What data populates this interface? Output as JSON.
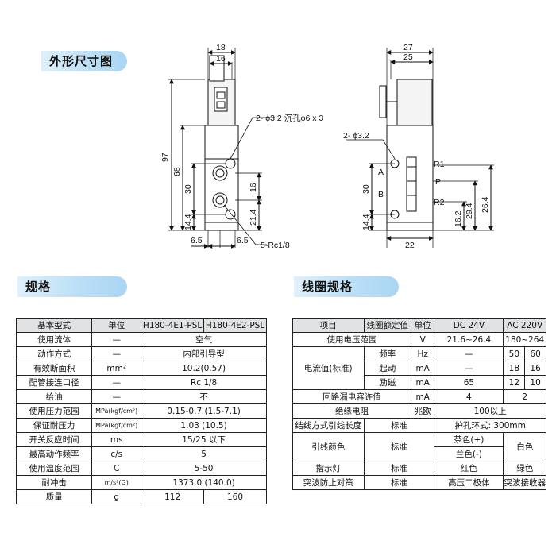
{
  "sections": {
    "outline": "外形尺寸图",
    "spec": "规格",
    "coil": "线圈规格"
  },
  "drawing": {
    "front": {
      "top_dims": [
        "18",
        "16"
      ],
      "left_dims": [
        "97",
        "68",
        "30",
        "14.4"
      ],
      "right_dims": [
        "16",
        "21.4"
      ],
      "bottom_dims": [
        "6.5",
        "6.5"
      ],
      "note_hole": "2- ϕ3.2 沉孔ϕ6 x 3",
      "note_port": "5-Rc1/8"
    },
    "side": {
      "top_dims": [
        "27",
        "25"
      ],
      "left_dims": [
        "30",
        "14.4"
      ],
      "right_dims": [
        "26.4",
        "29.4",
        "16.2"
      ],
      "bottom_dims": [
        "22"
      ],
      "note_hole": "2- ϕ3.2",
      "ports": [
        "R1",
        "A",
        "P",
        "B",
        "R2"
      ]
    }
  },
  "spec_table": {
    "headers": [
      "基本型式",
      "单位",
      "H180-4E1-PSL",
      "H180-4E2-PSL"
    ],
    "rows": [
      {
        "label": "使用流体",
        "unit": "—",
        "value": "空气"
      },
      {
        "label": "动作方式",
        "unit": "—",
        "value": "内部引导型"
      },
      {
        "label": "有效断面积",
        "unit": "mm²",
        "value": "10.2(0.57)"
      },
      {
        "label": "配管接连口径",
        "unit": "—",
        "value": "Rc 1/8"
      },
      {
        "label": "给油",
        "unit": "—",
        "value": "不"
      },
      {
        "label": "使用压力范围",
        "unit": "MPa(kgf/cm²)",
        "value": "0.15-0.7 (1.5-7.1)"
      },
      {
        "label": "保证耐压力",
        "unit": "MPa(kgf/cm²)",
        "value": "1.03 (10.5)"
      },
      {
        "label": "开关反应时间",
        "unit": "ms",
        "value": "15/25 以下"
      },
      {
        "label": "最高动作频率",
        "unit": "c/s",
        "value": "5"
      },
      {
        "label": "使用温度范围",
        "unit": "C",
        "value": "5-50"
      },
      {
        "label": "耐冲击",
        "unit": "m/s²(G)",
        "value": "1373.0 (140.0)"
      }
    ],
    "mass": {
      "label": "质量",
      "unit": "g",
      "v1": "112",
      "v2": "160"
    }
  },
  "coil_table": {
    "headers": [
      "项目",
      "线圈额定值",
      "单位",
      "DC 24V",
      "AC 220V"
    ],
    "voltage_range": {
      "label": "使用电压范围",
      "unit": "V",
      "dc": "21.6~26.4",
      "ac": "180~264"
    },
    "current": {
      "label": "电流值(标准)",
      "rows": [
        {
          "name": "频率",
          "unit": "Hz",
          "dc": "—",
          "ac1": "50",
          "ac2": "60"
        },
        {
          "name": "起动",
          "unit": "mA",
          "dc": "—",
          "ac1": "18",
          "ac2": "16"
        },
        {
          "name": "励磁",
          "unit": "mA",
          "dc": "65",
          "ac1": "12",
          "ac2": "10"
        }
      ]
    },
    "leak": {
      "label": "回路漏电容许值",
      "unit": "mA",
      "dc": "4",
      "ac": "2"
    },
    "insulation": {
      "label": "绝缘电阻",
      "unit": "兆欧",
      "value": "100以上"
    },
    "wiring": {
      "label": "结线方式引线长度",
      "rating": "标准",
      "value": "护孔环式: 300mm"
    },
    "lead_color": {
      "label": "引线颜色",
      "rating": "标准",
      "dc1": "茶色(+)",
      "dc2": "兰色(-)",
      "ac": "白色"
    },
    "indicator": {
      "label": "指示灯",
      "rating": "标准",
      "dc": "红色",
      "ac": "绿色"
    },
    "surge": {
      "label": "突波防止对策",
      "rating": "标准",
      "dc": "高压二极体",
      "ac": "突波接收器"
    }
  }
}
